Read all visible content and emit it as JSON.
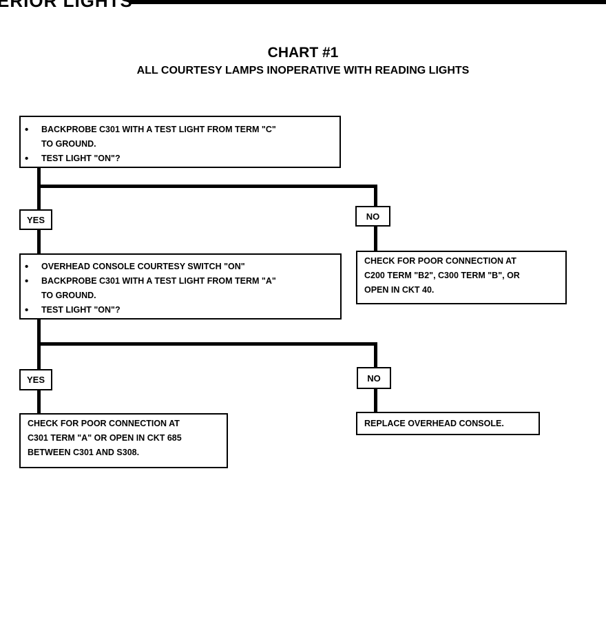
{
  "header": {
    "section_title": "ERIOR LIGHTS"
  },
  "chart": {
    "title": "CHART #1",
    "subtitle": "ALL COURTESY LAMPS INOPERATIVE WITH READING LIGHTS"
  },
  "step1": {
    "items": [
      "BACKPROBE C301 WITH A TEST LIGHT FROM TERM \"C\"",
      "TEST LIGHT \"ON\"?"
    ],
    "continuation": "TO GROUND."
  },
  "branch1": {
    "yes": "YES",
    "no": "NO",
    "no_result": [
      "CHECK FOR POOR CONNECTION AT",
      "C200 TERM \"B2\", C300 TERM \"B\", OR",
      "OPEN IN CKT 40."
    ]
  },
  "step2": {
    "items": [
      "OVERHEAD CONSOLE COURTESY SWITCH \"ON\"",
      "BACKPROBE C301 WITH A TEST LIGHT FROM TERM \"A\"",
      "TEST LIGHT \"ON\"?"
    ],
    "continuation": "TO GROUND."
  },
  "branch2": {
    "yes": "YES",
    "no": "NO",
    "yes_result": [
      "CHECK FOR POOR CONNECTION AT",
      "C301 TERM \"A\" OR OPEN IN CKT 685",
      "BETWEEN C301 AND S308."
    ],
    "no_result": [
      "REPLACE OVERHEAD CONSOLE."
    ]
  }
}
